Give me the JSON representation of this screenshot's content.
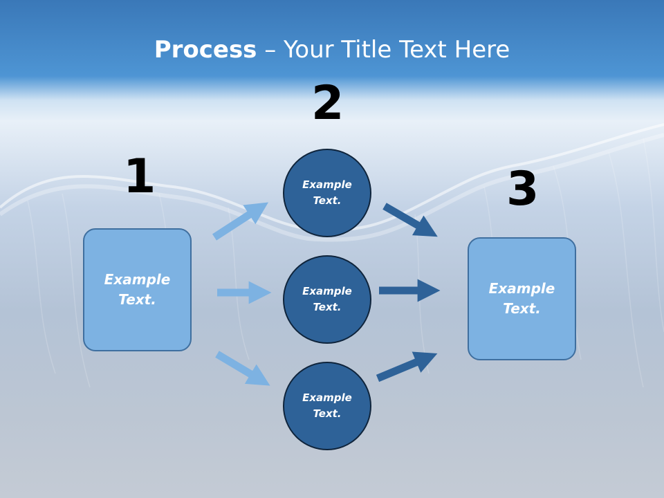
{
  "title": {
    "bold": "Process",
    "rest": " – Your Title Text Here"
  },
  "steps": [
    {
      "number": "1"
    },
    {
      "number": "2"
    },
    {
      "number": "3"
    }
  ],
  "left_box": {
    "text": "Example\nText."
  },
  "right_box": {
    "text": "Example\nText."
  },
  "circles": [
    {
      "text": "Example\nText."
    },
    {
      "text": "Example\nText."
    },
    {
      "text": "Example\nText."
    }
  ],
  "colors": {
    "light_arrow": "#7db2e2",
    "dark_arrow": "#2e6298",
    "circle_fill": "#2e6298",
    "box_fill": "#7db2e2"
  }
}
